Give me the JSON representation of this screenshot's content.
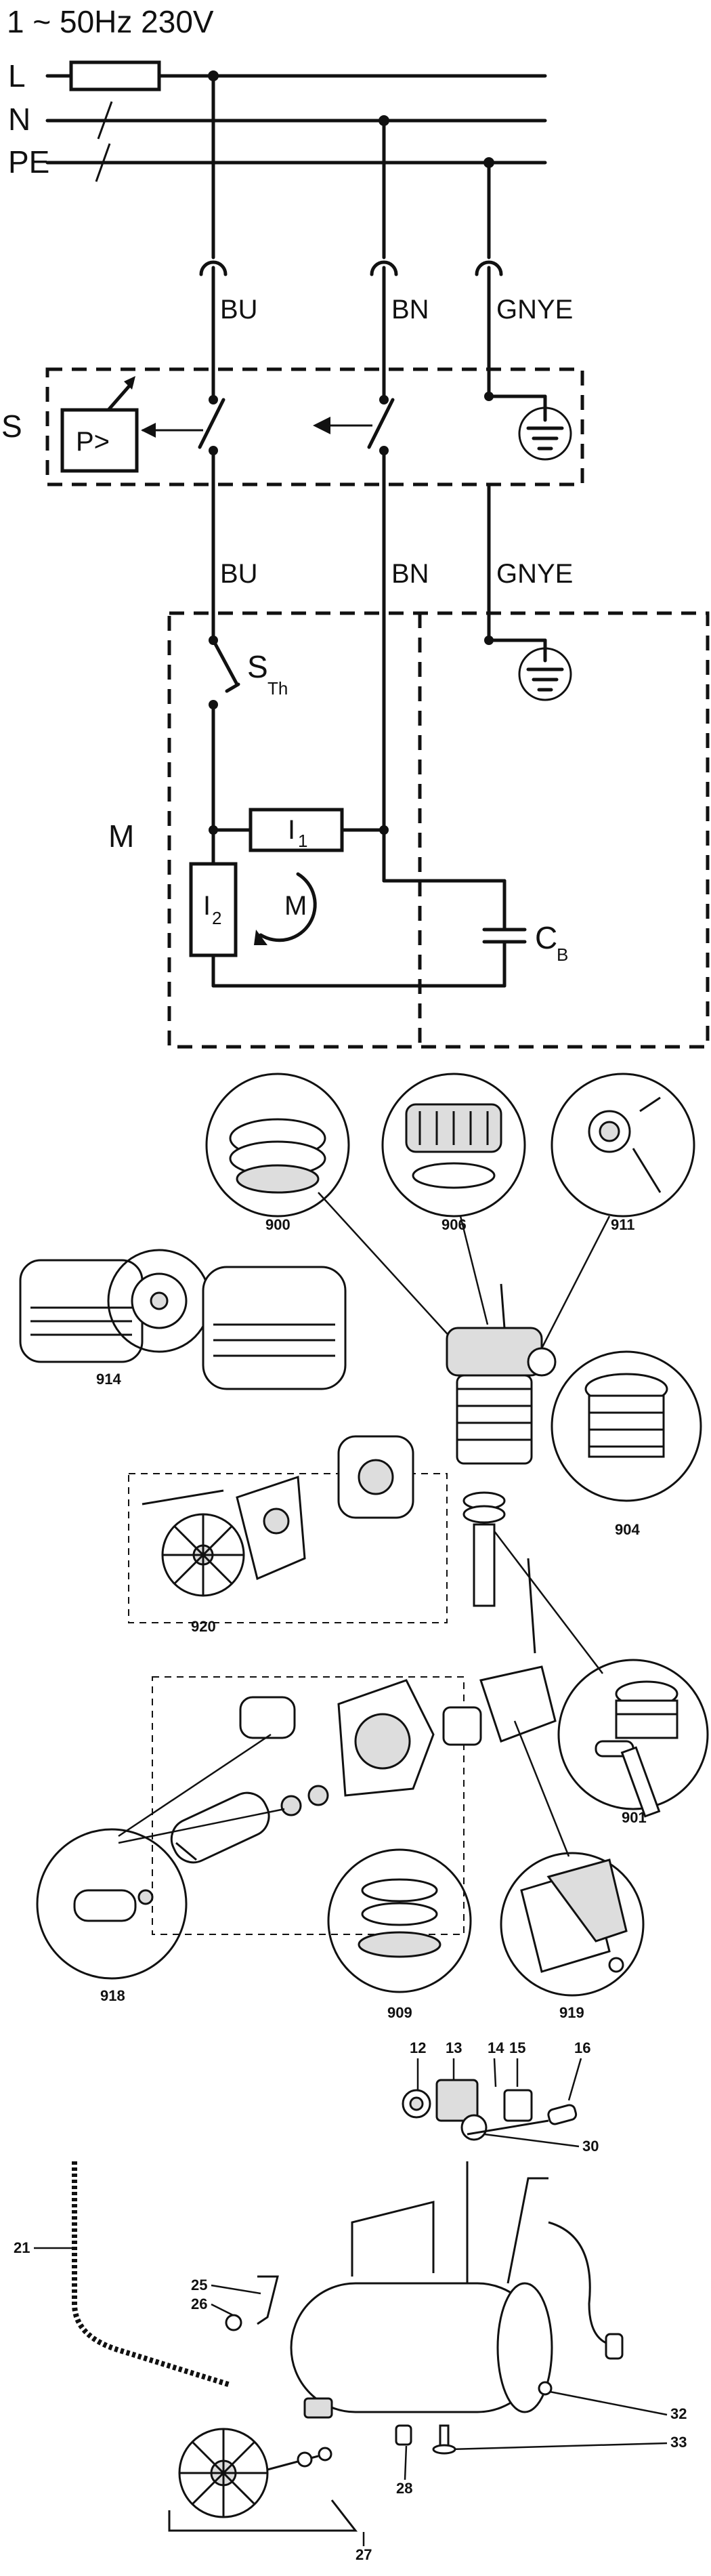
{
  "schematic": {
    "supply": "1 ~ 50Hz 230V",
    "lines": [
      "L",
      "N",
      "PE"
    ],
    "wires_top": [
      "BU",
      "BN",
      "GNYE"
    ],
    "wires_bottom": [
      "BU",
      "BN",
      "GNYE"
    ],
    "switch_block": "S",
    "pressure_switch": "P>",
    "motor_block": "M",
    "thermal_switch": "S",
    "thermal_switch_sub": "Th",
    "winding1": "I",
    "winding1_sub": "1",
    "winding2": "I",
    "winding2_sub": "2",
    "motor_symbol": "M",
    "capacitor": "C",
    "capacitor_sub": "B"
  },
  "exploded": {
    "callouts": [
      "900",
      "906",
      "911",
      "914",
      "904",
      "920",
      "901",
      "918",
      "909",
      "919"
    ]
  },
  "tank": {
    "labels": [
      "12",
      "13",
      "14",
      "15",
      "16",
      "30",
      "21",
      "25",
      "26",
      "32",
      "33",
      "28",
      "27"
    ]
  }
}
